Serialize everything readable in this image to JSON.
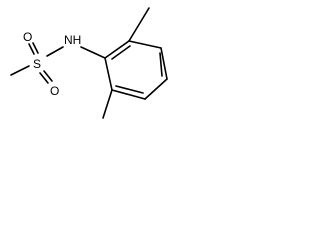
{
  "molecule": {
    "atoms": {
      "sulfur": "S",
      "nitrogen": "NH",
      "oxygen_top": "O",
      "oxygen_bottom": "O"
    },
    "colors": {
      "bond": "#000000",
      "label": "#000000",
      "background": "#ffffff"
    }
  }
}
